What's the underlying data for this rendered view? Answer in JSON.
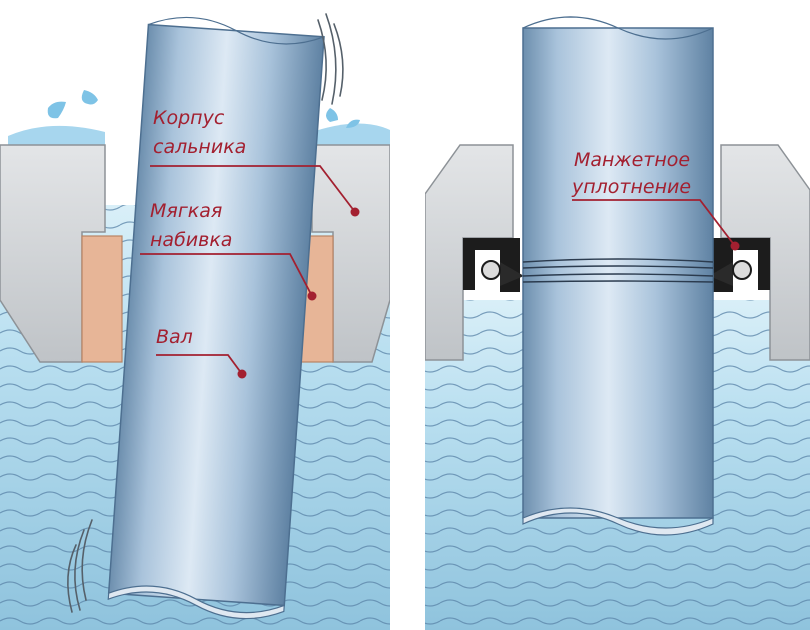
{
  "panels": {
    "left": {
      "labels": [
        {
          "id": "housing",
          "lines": [
            "Корпус",
            "сальника"
          ]
        },
        {
          "id": "packing",
          "lines": [
            "Мягкая",
            "набивка"
          ]
        },
        {
          "id": "shaft",
          "lines": [
            "Вал"
          ]
        }
      ]
    },
    "right": {
      "labels": [
        {
          "id": "lip-seal",
          "lines": [
            "Манжетное",
            "уплотнение"
          ]
        }
      ]
    }
  },
  "colors": {
    "label": "#a32030",
    "leader": "#a32030",
    "water_light": "#bfe3f2",
    "water_dark": "#8fc3dd",
    "wave": "#5a84a8",
    "housing": "#cfd2d5",
    "packing": "#e7b597",
    "seal": "#1c1c1c",
    "shaft_mid": "#c9dced",
    "shaft_edge": "#6d8fae"
  }
}
